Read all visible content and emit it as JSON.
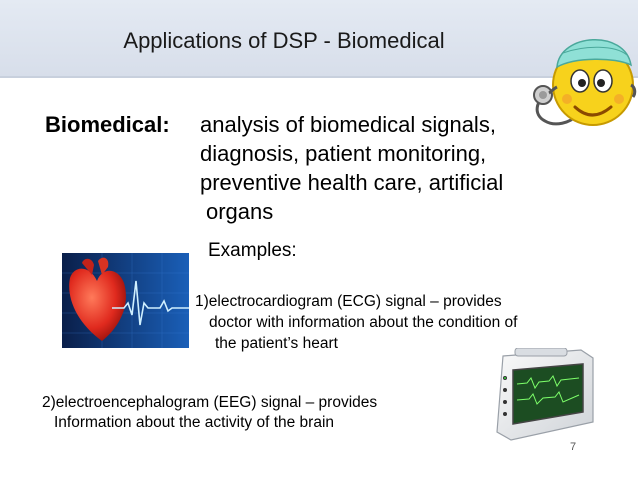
{
  "slide": {
    "title": "Applications of DSP - Biomedical",
    "biomedical_label": "Biomedical:",
    "biomedical_lines": [
      "analysis of biomedical signals,",
      "diagnosis, patient monitoring,",
      "preventive health care, artificial",
      "organs"
    ],
    "examples_label": "Examples:",
    "example1_lines": [
      "1)electrocardiogram (ECG) signal – provides",
      "doctor with information about the condition of",
      "the patient’s heart"
    ],
    "example2_lines": [
      "2)electroencephalogram (EEG) signal – provides",
      "Information about the activity of the brain"
    ],
    "slide_number": "7"
  },
  "icons": {
    "heart": "ecg-heart-illustration",
    "monitor": "patient-monitor-illustration",
    "doctor": "smiley-doctor-illustration"
  },
  "colors": {
    "header_bg": "#dde3ee",
    "heart_red": "#e02a1e",
    "ecg_blue": "#1f6fd1",
    "smiley_yellow": "#f7d21c",
    "monitor_screen": "#1c4d22"
  }
}
